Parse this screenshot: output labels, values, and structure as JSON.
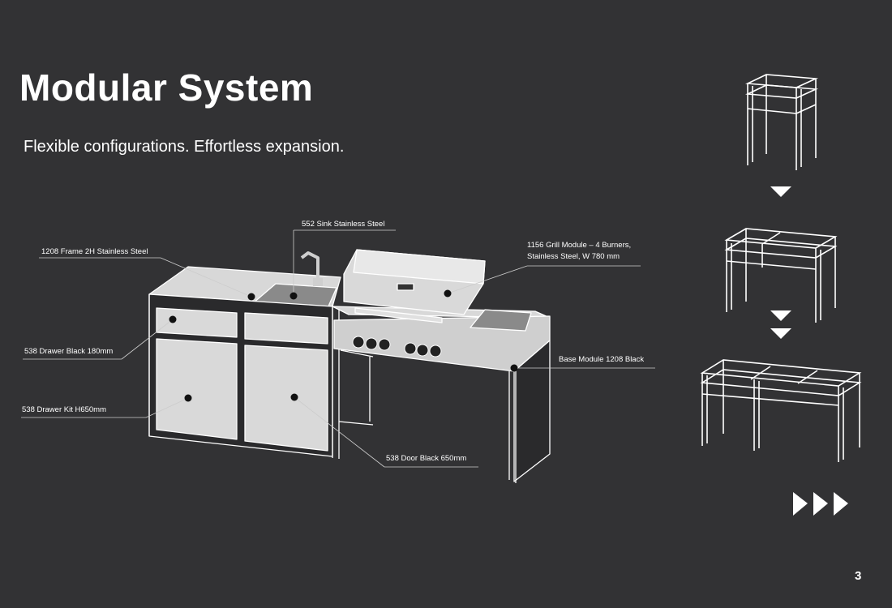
{
  "page": {
    "title": "Modular System",
    "subtitle": "Flexible configurations. Effortless expansion.",
    "page_number": "3"
  },
  "callouts": {
    "sink": "552 Sink Stainless Steel",
    "frame": "1208 Frame 2H Stainless Steel",
    "grill_line1": "1156 Grill Module – 4 Burners,",
    "grill_line2": "Stainless Steel, W 780 mm",
    "drawer_black": "538 Drawer Black 180mm",
    "base_module": "Base Module 1208 Black",
    "drawer_kit": "538 Drawer Kit H650mm",
    "door_black": "538 Door Black 650mm"
  },
  "colors": {
    "background": "#323234",
    "line": "#ffffff",
    "panel": "#d9d9d9"
  },
  "icons": {
    "arrow_down": "triangle-down-icon",
    "next": "triple-chevron-right-icon"
  }
}
